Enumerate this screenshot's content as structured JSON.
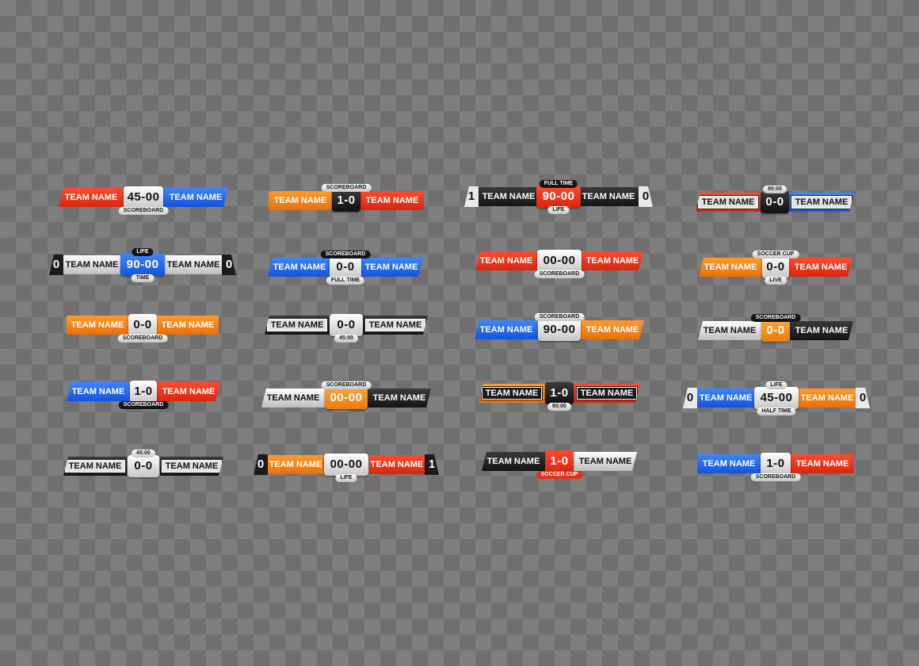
{
  "colors": {
    "red": "#e3321a",
    "blue": "#1d63f0",
    "orange": "#f08412",
    "black": "#1b1b1b",
    "silver": "#e2e2e2",
    "checker_dark": "#6f6f6f",
    "checker_light": "#7e7e7e"
  },
  "scoreboards": [
    {
      "team_left": "TEAM NAME",
      "score": "45-00",
      "team_right": "TEAM NAME",
      "caption_bottom": "SCOREBOARD"
    },
    {
      "team_left": "TEAM NAME",
      "score": "1-0",
      "team_right": "TEAM NAME",
      "caption_top": "SCOREBOARD"
    },
    {
      "team_left": "TEAM NAME",
      "score": "90-00",
      "team_right": "TEAM NAME",
      "caption_top": "FULL TIME",
      "caption_bottom": "LIFE",
      "num_left": "1",
      "num_right": "0"
    },
    {
      "team_left": "TEAM NAME",
      "score": "0-0",
      "team_right": "TEAM NAME",
      "caption_top": "90:00"
    },
    {
      "team_left": "TEAM NAME",
      "score": "90-00",
      "team_right": "TEAM NAME",
      "caption_top": "LIFE",
      "caption_bottom": "TIME",
      "num_left": "0",
      "num_right": "0"
    },
    {
      "team_left": "TEAM NAME",
      "score": "0-0",
      "team_right": "TEAM NAME",
      "caption_top": "SCOREBOARD",
      "caption_bottom": "FULL TIME"
    },
    {
      "team_left": "TEAM NAME",
      "score": "00-00",
      "team_right": "TEAM NAME",
      "caption_bottom": "SCOREBOARD"
    },
    {
      "team_left": "TEAM NAME",
      "score": "0-0",
      "team_right": "TEAM NAME",
      "caption_top": "SOCCER CUP",
      "caption_bottom": "LIVE"
    },
    {
      "team_left": "TEAM NAME",
      "score": "0-0",
      "team_right": "TEAM NAME",
      "caption_bottom": "SCOREBOARD"
    },
    {
      "team_left": "TEAM NAME",
      "score": "0-0",
      "team_right": "TEAM NAME",
      "caption_bottom": "45:00"
    },
    {
      "team_left": "TEAM NAME",
      "score": "90-00",
      "team_right": "TEAM NAME",
      "caption_top": "SCOREBOARD"
    },
    {
      "team_left": "TEAM NAME",
      "score": "0-0",
      "team_right": "TEAM NAME",
      "caption_top": "SCOREBOARD"
    },
    {
      "team_left": "TEAM NAME",
      "score": "1-0",
      "team_right": "TEAM NAME",
      "caption_bottom": "SCOREBOARD"
    },
    {
      "team_left": "TEAM NAME",
      "score": "00-00",
      "team_right": "TEAM NAME",
      "caption_top": "SCOREBOARD"
    },
    {
      "team_left": "TEAM NAME",
      "score": "1-0",
      "team_right": "TEAM NAME",
      "caption_bottom": "90:00"
    },
    {
      "team_left": "TEAM NAME",
      "score": "45-00",
      "team_right": "TEAM NAME",
      "caption_top": "LIFE",
      "caption_bottom": "HALF TIME",
      "num_left": "0",
      "num_right": "0"
    },
    {
      "team_left": "TEAM NAME",
      "score": "0-0",
      "team_right": "TEAM NAME",
      "caption_top": "45:00"
    },
    {
      "team_left": "TEAM NAME",
      "score": "00-00",
      "team_right": "TEAM NAME",
      "caption_bottom": "LIFE",
      "num_left": "0",
      "num_right": "1"
    },
    {
      "team_left": "TEAM NAME",
      "score": "1-0",
      "team_right": "TEAM NAME",
      "caption_bottom": "SOCCER CUP"
    },
    {
      "team_left": "TEAM NAME",
      "score": "1-0",
      "team_right": "TEAM NAME",
      "caption_bottom": "SCOREBOARD"
    }
  ]
}
